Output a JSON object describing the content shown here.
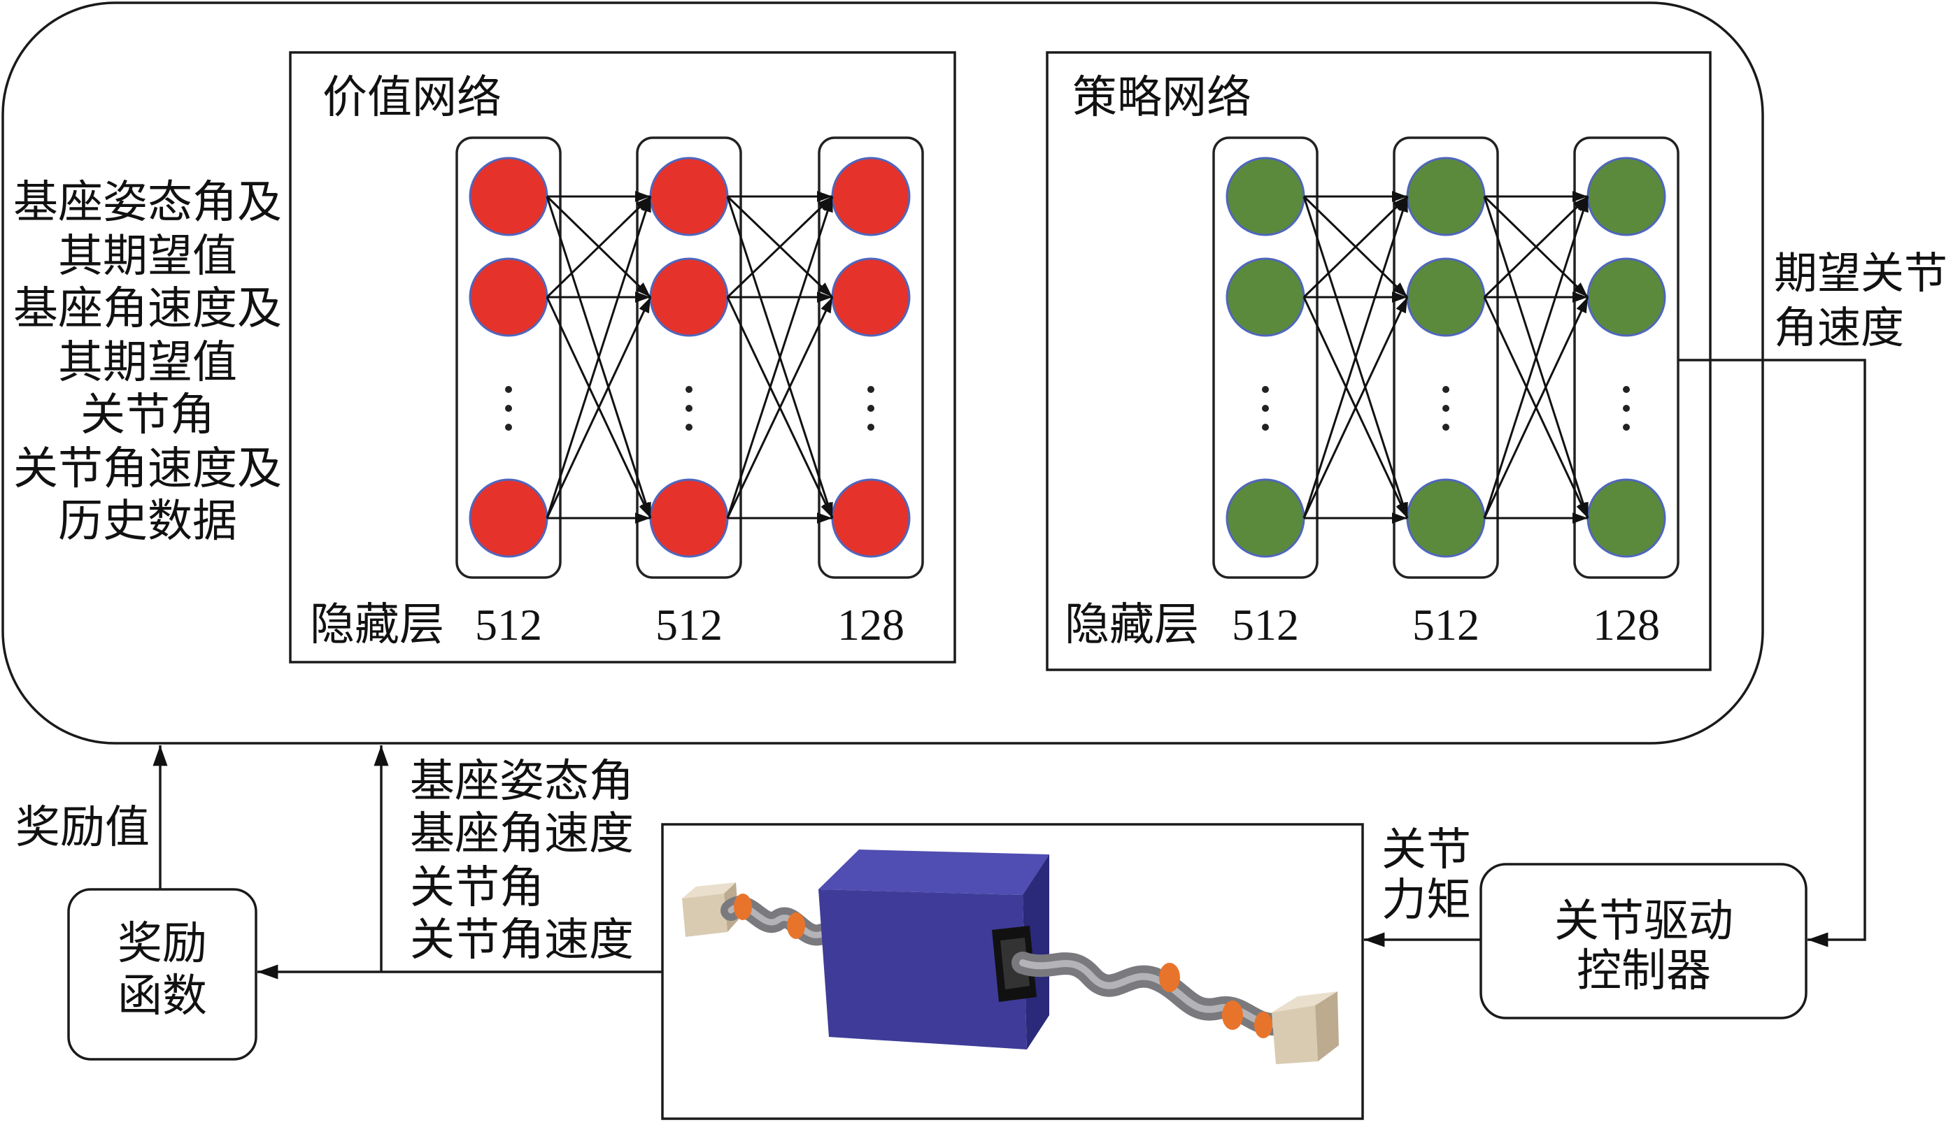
{
  "value_network": {
    "title": "价值网络",
    "hidden_layer_label": "隐藏层",
    "layer_sizes": [
      512,
      512,
      128
    ]
  },
  "policy_network": {
    "title": "策略网络",
    "hidden_layer_label": "隐藏层",
    "layer_sizes": [
      512,
      512,
      128
    ]
  },
  "network_inputs": [
    "基座姿态角及",
    "其期望值",
    "基座角速度及",
    "其期望值",
    "关节角",
    "关节角速度及",
    "历史数据"
  ],
  "policy_output": [
    "期望关节",
    "角速度"
  ],
  "joint_drive_controller": [
    "关节驱动",
    "控制器"
  ],
  "joint_torque": [
    "关节",
    "力矩"
  ],
  "reward_function": [
    "奖励",
    "函数"
  ],
  "reward_value": "奖励值",
  "state_feedback": [
    "基座姿态角",
    "基座角速度",
    "关节角",
    "关节角速度"
  ],
  "colors": {
    "value_node": "#e5322b",
    "policy_node": "#5b8a3c",
    "node_outline": "#4f66bd",
    "base_cube_front": "#3e3c98",
    "base_cube_top": "#504eb2",
    "base_cube_side": "#2b297a",
    "arm": "#7a7a7e",
    "arm_highlight": "#b4b4b8",
    "joint": "#e8742b",
    "end_block_front": "#d9cbb2",
    "end_block_top": "#e9dfcc",
    "end_block_side": "#bcab8f"
  }
}
